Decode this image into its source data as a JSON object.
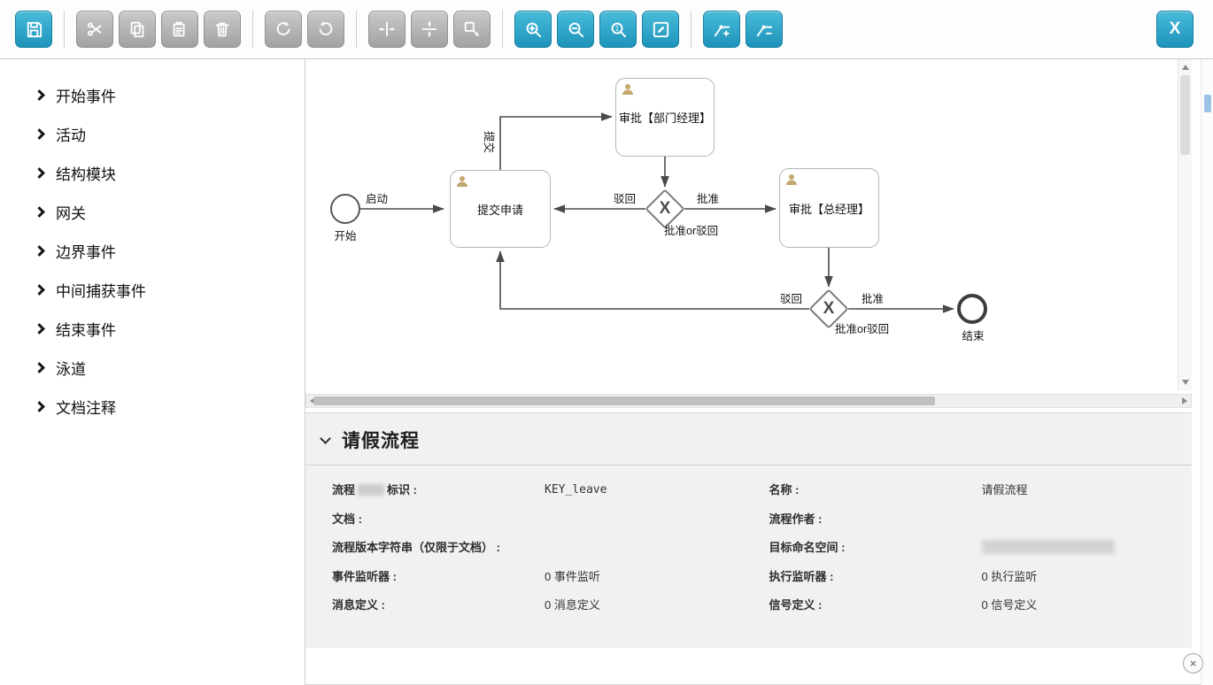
{
  "toolbar": {
    "x_button_label": "X",
    "zoom_actual_glyph": "1"
  },
  "palette": {
    "items": [
      {
        "label": "开始事件"
      },
      {
        "label": "活动"
      },
      {
        "label": "结构模块"
      },
      {
        "label": "网关"
      },
      {
        "label": "边界事件"
      },
      {
        "label": "中间捕获事件"
      },
      {
        "label": "结束事件"
      },
      {
        "label": "泳道"
      },
      {
        "label": "文档注释"
      }
    ]
  },
  "diagram": {
    "nodes": {
      "start": {
        "label": "开始"
      },
      "submit": {
        "label": "提交申请"
      },
      "approve_dept": {
        "label": "审批【部门经理】"
      },
      "approve_gm": {
        "label": "审批【总经理】"
      },
      "gateway1": {
        "symbol": "X",
        "label": "批准or驳回"
      },
      "gateway2": {
        "symbol": "X",
        "label": "批准or驳回"
      },
      "end": {
        "label": "结束"
      }
    },
    "flow_labels": {
      "launch": "启动",
      "submit_up": "提交",
      "reject1": "驳回",
      "approve1": "批准",
      "reject2": "驳回",
      "approve2": "批准"
    }
  },
  "properties": {
    "title": "请假流程",
    "left_col": [
      {
        "label_prefix": "流程",
        "label_suffix": "标识 :",
        "value": "KEY_leave"
      },
      {
        "label": "文档 :",
        "value": ""
      },
      {
        "label": "流程版本字符串（仅限于文档） :",
        "value": ""
      },
      {
        "label": "事件监听器 :",
        "value": "0 事件监听"
      },
      {
        "label": "消息定义 :",
        "value": "0 消息定义"
      }
    ],
    "right_col": [
      {
        "label": "名称 :",
        "value": "请假流程"
      },
      {
        "label": "流程作者 :",
        "value": ""
      },
      {
        "label": "目标命名空间 :",
        "value": ""
      },
      {
        "label": "执行监听器 :",
        "value": "0 执行监听"
      },
      {
        "label": "信号定义 :",
        "value": "0 信号定义"
      }
    ],
    "close_label": "×"
  }
}
